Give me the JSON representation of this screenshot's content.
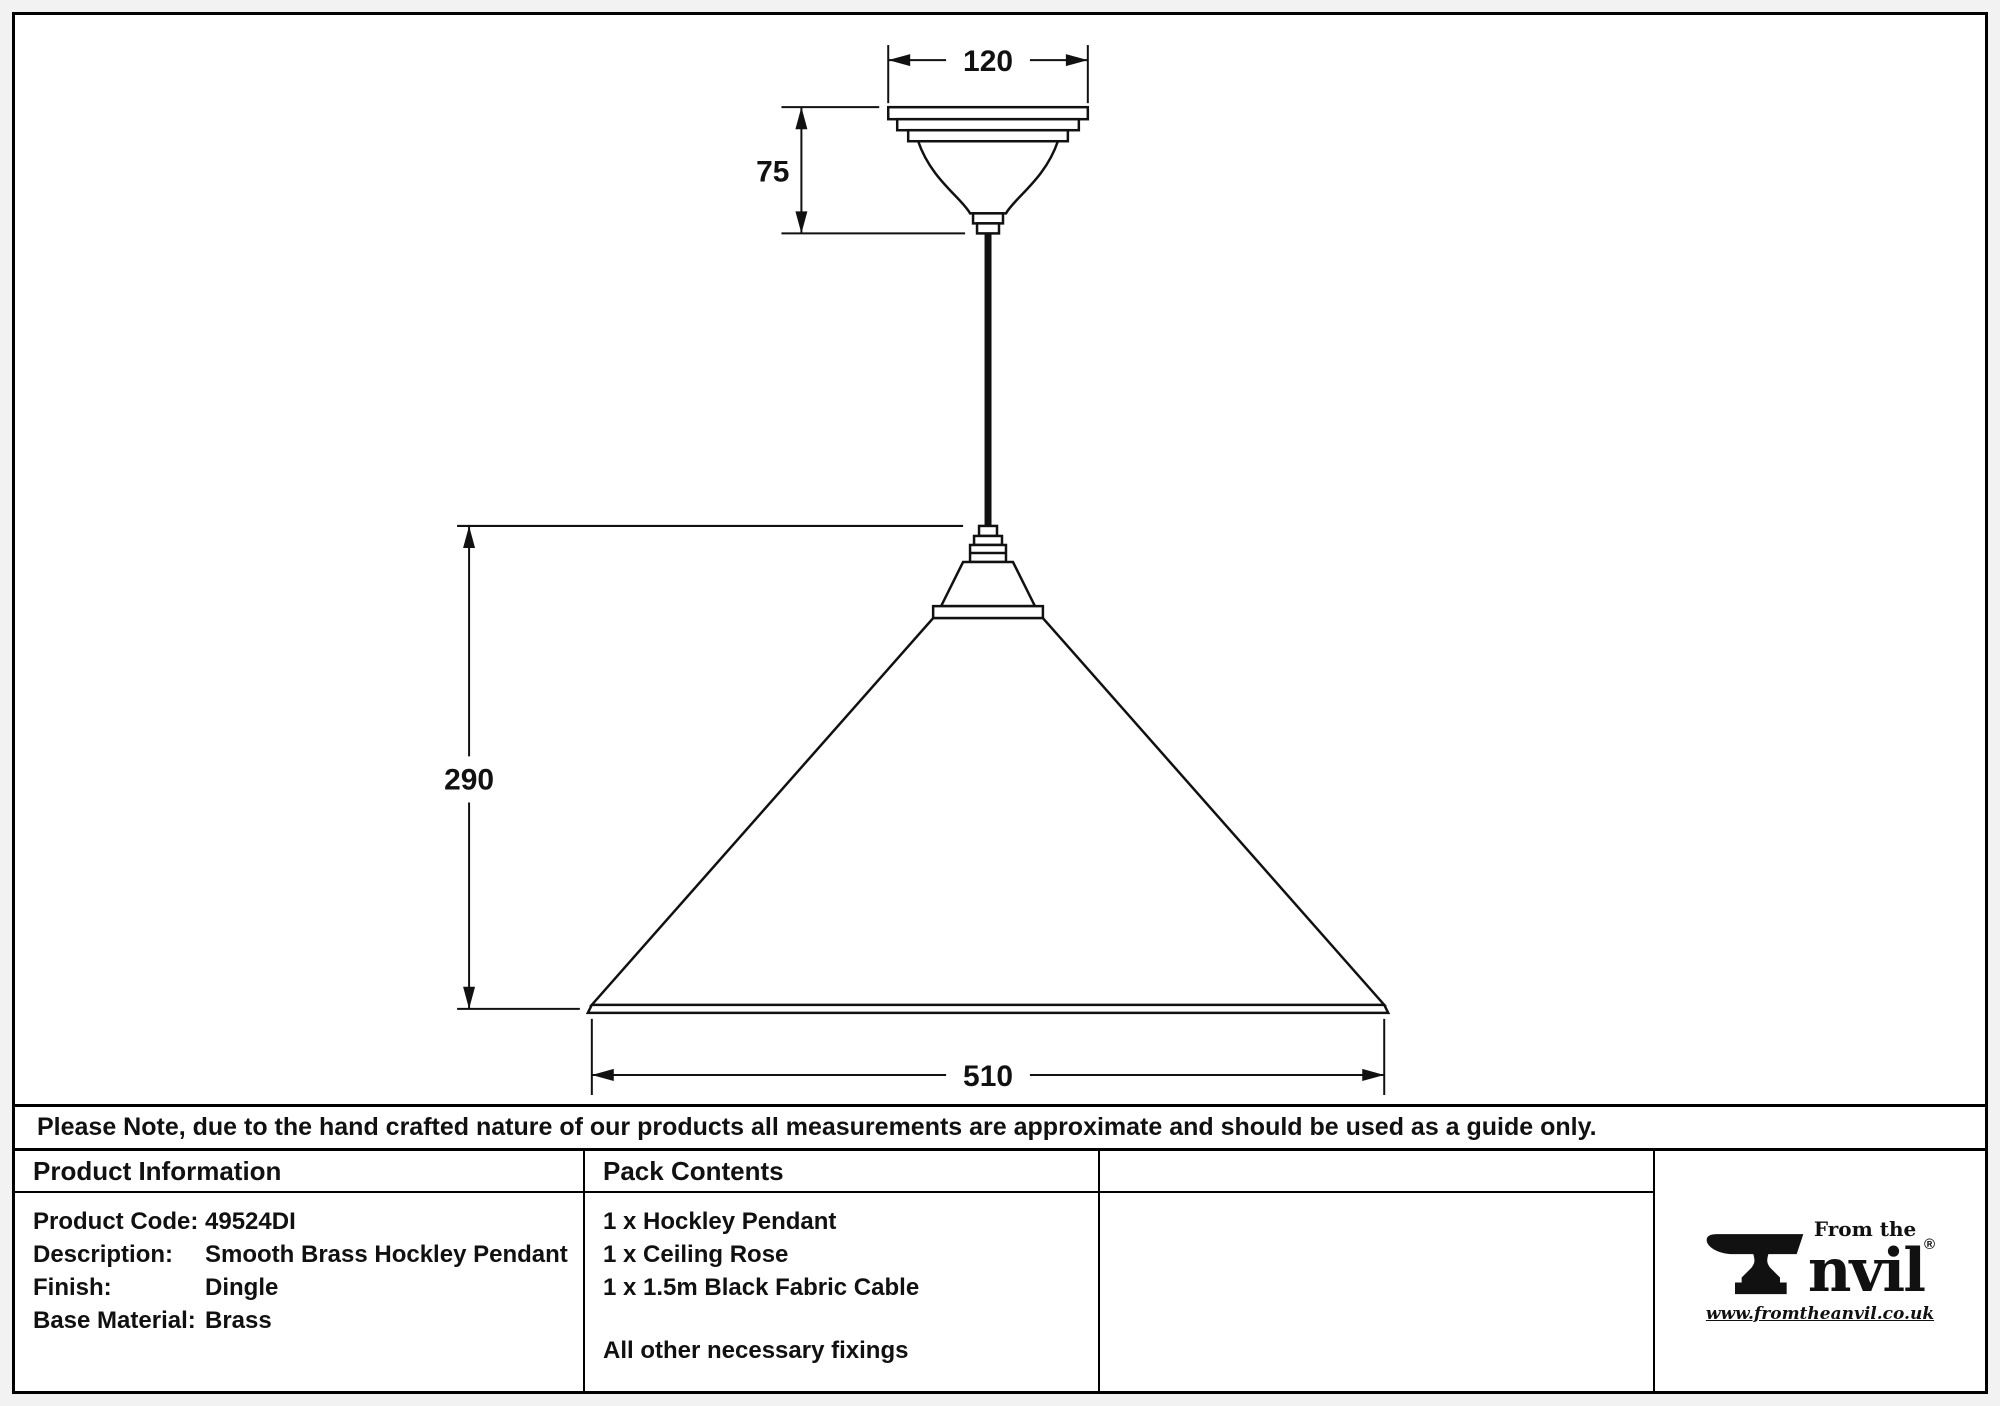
{
  "drawing": {
    "dimensions": {
      "rose_width": "120",
      "rose_height": "75",
      "shade_height": "290",
      "shade_width": "510"
    }
  },
  "note": {
    "text": "Please Note, due to the hand crafted nature of our products all measurements are approximate and should be used as a guide only."
  },
  "product_info": {
    "header": "Product Information",
    "rows": [
      {
        "label": "Product Code:",
        "value": "49524DI"
      },
      {
        "label": "Description:",
        "value": "Smooth Brass Hockley Pendant"
      },
      {
        "label": "Finish:",
        "value": "Dingle"
      },
      {
        "label": "Base Material:",
        "value": "Brass"
      }
    ]
  },
  "pack_contents": {
    "header": "Pack Contents",
    "items": [
      "1 x Hockley Pendant",
      "1 x Ceiling Rose",
      "1 x 1.5m Black Fabric Cable"
    ],
    "footer": "All other necessary fixings"
  },
  "logo": {
    "prefix": "From the",
    "name_rest": "nvil",
    "registered": "®",
    "url": "www.fromtheanvil.co.uk"
  }
}
